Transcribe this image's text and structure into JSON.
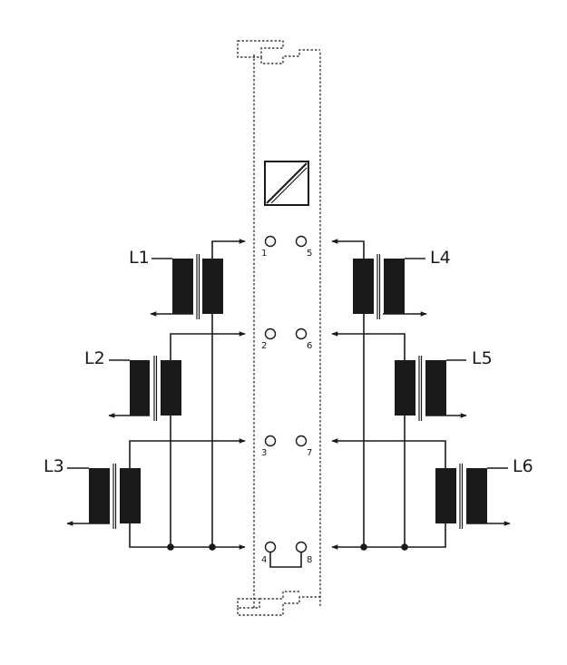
{
  "coils": [
    {
      "id": "L1",
      "label": "L1"
    },
    {
      "id": "L2",
      "label": "L2"
    },
    {
      "id": "L3",
      "label": "L3"
    },
    {
      "id": "L4",
      "label": "L4"
    },
    {
      "id": "L5",
      "label": "L5"
    },
    {
      "id": "L6",
      "label": "L6"
    }
  ],
  "terminals": [
    {
      "num": "1"
    },
    {
      "num": "2"
    },
    {
      "num": "3"
    },
    {
      "num": "4"
    },
    {
      "num": "5"
    },
    {
      "num": "6"
    },
    {
      "num": "7"
    },
    {
      "num": "8"
    }
  ],
  "colors": {
    "line": "#1a1a1a",
    "background": "#ffffff"
  }
}
